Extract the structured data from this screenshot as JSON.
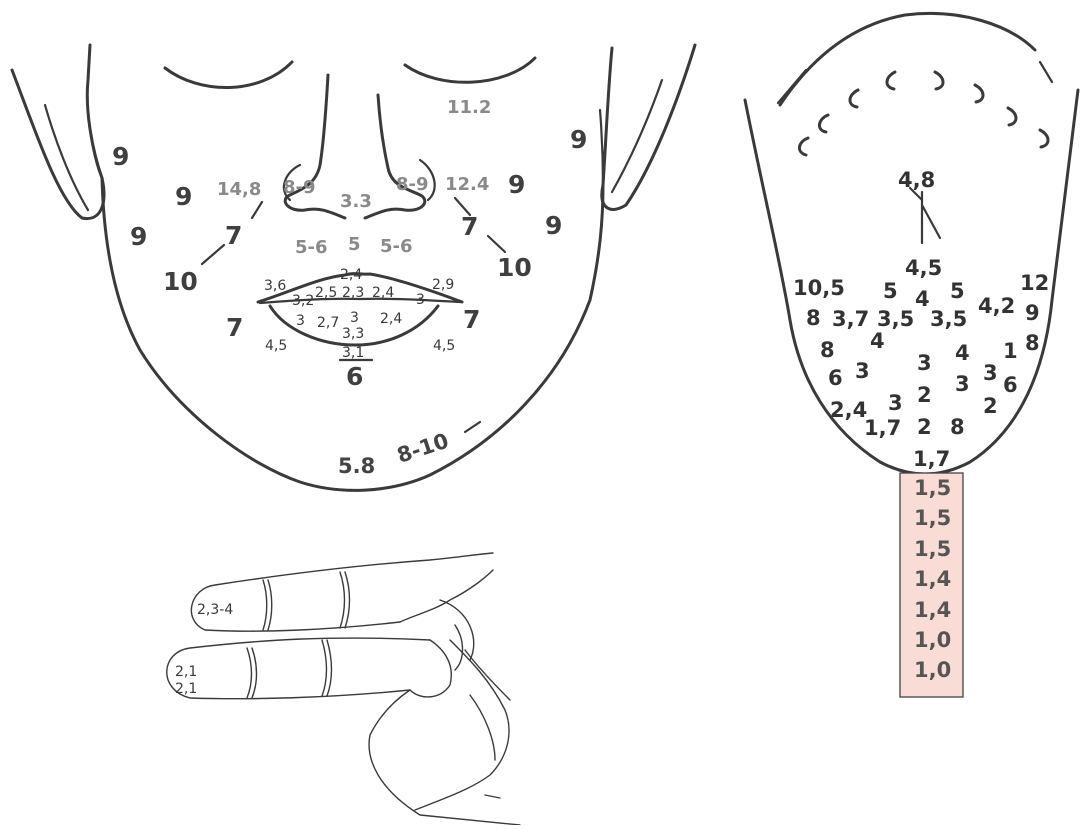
{
  "face": {
    "values": [
      "9",
      "9",
      "9",
      "9",
      "9",
      "9",
      "14,8",
      "8-9",
      "3.3",
      "8-9",
      "12.4",
      "11.2",
      "7",
      "7",
      "5-6",
      "5",
      "5-6",
      "10",
      "10",
      "3,6",
      "2,4",
      "2,9",
      "3,2",
      "2,5",
      "2,3",
      "2,4",
      "3",
      "3",
      "2,7",
      "3",
      "2,4",
      "3,3",
      "3,1",
      "7",
      "7",
      "4,5",
      "4,5",
      "6",
      "5.8",
      "8-10"
    ]
  },
  "fingers": {
    "values": [
      "2,3-4",
      "2,1",
      "2,1"
    ]
  },
  "tongue": {
    "values": [
      "4,8",
      "4,5",
      "10,5",
      "5",
      "4",
      "5",
      "4,2",
      "12",
      "8",
      "3,7",
      "3,5",
      "3,5",
      "9",
      "4",
      "8",
      "8",
      "3",
      "4",
      "1",
      "6",
      "3",
      "3",
      "3",
      "6",
      "2",
      "2",
      "3",
      "2,4",
      "1,7",
      "2",
      "8",
      "1,7"
    ],
    "highlighted_strip": [
      "1,5",
      "1,5",
      "1,5",
      "1,4",
      "1,4",
      "1,0",
      "1,0"
    ],
    "highlight_color": "#f9dcd5",
    "highlight_border": "#444444"
  }
}
